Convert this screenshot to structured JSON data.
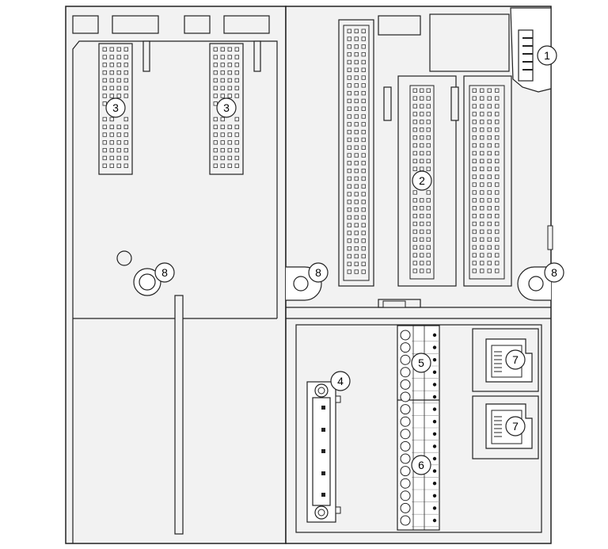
{
  "callouts": {
    "c1": "1",
    "c2": "2",
    "c3a": "3",
    "c3b": "3",
    "c4": "4",
    "c5": "5",
    "c6": "6",
    "c7a": "7",
    "c7b": "7",
    "c8a": "8",
    "c8b": "8",
    "c8c": "8"
  },
  "colors": {
    "housing": "#f2f2f2",
    "outline": "#222222",
    "pin": "#555555",
    "screw": "#ffffff"
  }
}
